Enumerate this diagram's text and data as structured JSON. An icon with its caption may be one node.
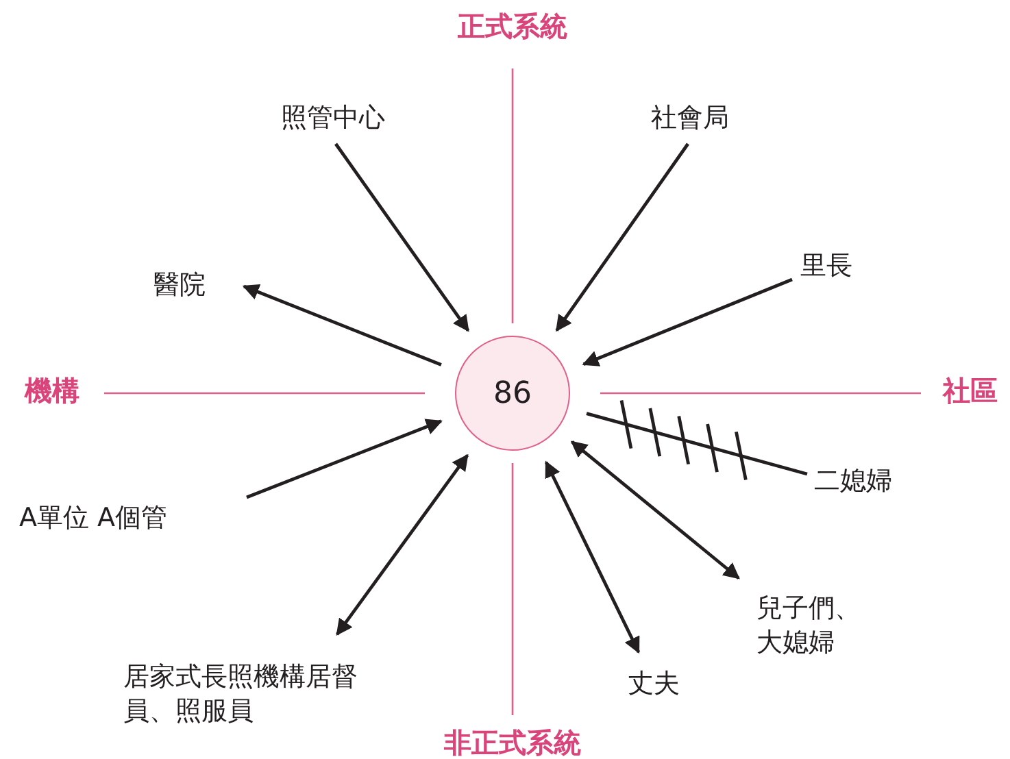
{
  "diagram": {
    "nodes": [
      {
        "text": [
          "86"
        ]
      },
      {
        "text": [
          "照管中心"
        ]
      },
      {
        "text": [
          "社會局"
        ]
      },
      {
        "text": [
          "醫院"
        ]
      },
      {
        "text": [
          "里長"
        ]
      },
      {
        "text": [
          "A單位 A個管"
        ]
      },
      {
        "text": [
          "二媳婦"
        ]
      },
      {
        "text": [
          "兒子們、大媳婦"
        ]
      },
      {
        "text": [
          "居家式長照機構居督員、照服員"
        ]
      },
      {
        "text": [
          "丈夫"
        ]
      }
    ],
    "edges": [
      {
        "from": 1,
        "to": 0,
        "arrow": "to"
      },
      {
        "from": 2,
        "to": 0,
        "arrow": "to"
      },
      {
        "from": 0,
        "to": 3,
        "arrow": "to"
      },
      {
        "from": 4,
        "to": 0,
        "arrow": "to"
      },
      {
        "from": 5,
        "to": 0,
        "arrow": "to"
      },
      {
        "from": 6,
        "to": 0,
        "arrow": "none"
      },
      {
        "from": 7,
        "to": 0,
        "arrow": "both"
      },
      {
        "from": 8,
        "to": 0,
        "arrow": "both"
      },
      {
        "from": 9,
        "to": 0,
        "arrow": "both"
      }
    ],
    "labels": [
      "正式系統",
      "機構",
      "社區",
      "非正式系統"
    ]
  }
}
